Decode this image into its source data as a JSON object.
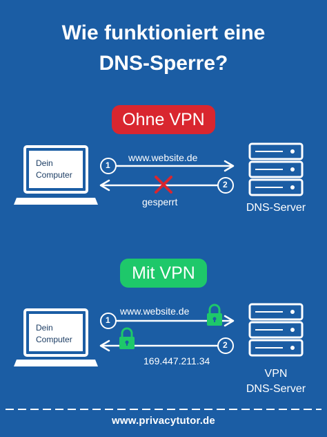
{
  "title_line1": "Wie funktioniert eine",
  "title_line2": "DNS-Sperre?",
  "section_no_vpn": {
    "badge": "Ohne VPN",
    "badge_color": "#d9262f",
    "computer_label_line1": "Dein",
    "computer_label_line2": "Computer",
    "request_label": "www.website.de",
    "response_label": "gesperrt",
    "step1": "1",
    "step2": "2",
    "server_label": "DNS-Server",
    "blocked_icon": "x-icon"
  },
  "section_vpn": {
    "badge": "Mit VPN",
    "badge_color": "#1ec86a",
    "computer_label_line1": "Dein",
    "computer_label_line2": "Computer",
    "request_label": "www.website.de",
    "response_label": "169.447.211.34",
    "step1": "1",
    "step2": "2",
    "server_label_line1": "VPN",
    "server_label_line2": "DNS-Server",
    "lock_icon": "lock-icon"
  },
  "footer": "www.privacytutor.de",
  "colors": {
    "background": "#1b5da4",
    "lock": "#1ec86a",
    "cross": "#d9262f"
  }
}
